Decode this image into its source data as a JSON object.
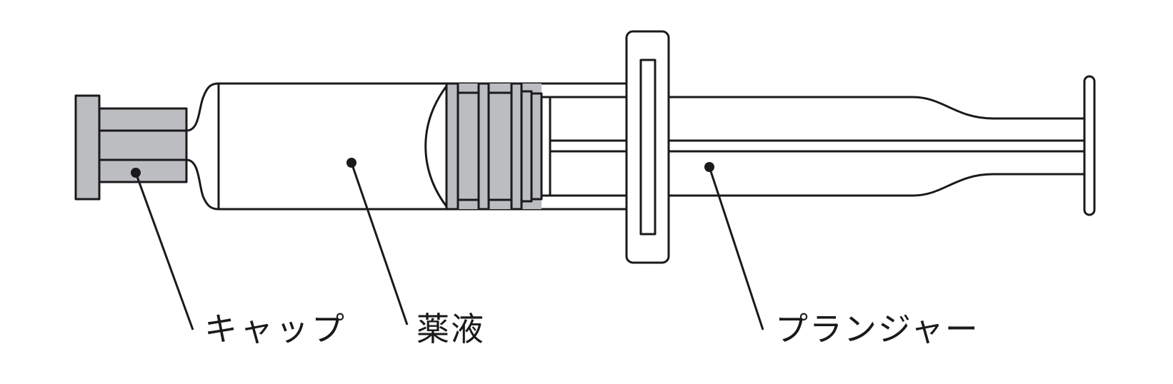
{
  "labels": {
    "cap": "キャップ",
    "solution": "薬液",
    "plunger": "プランジャー"
  },
  "colors": {
    "stroke": "#1a1a1a",
    "gray_fill": "#bcbdc1",
    "background": "#ffffff"
  }
}
